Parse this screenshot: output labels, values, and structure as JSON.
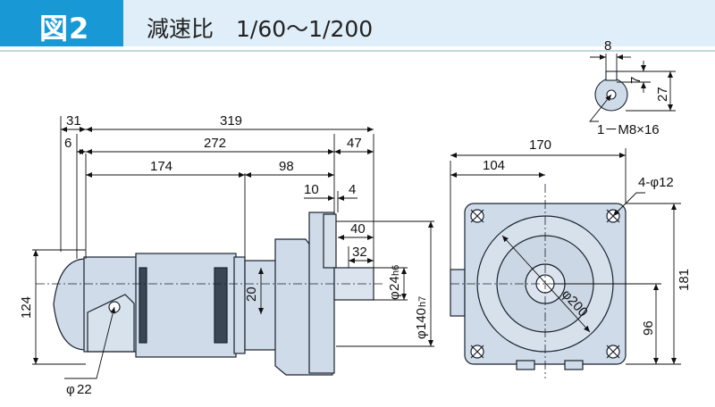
{
  "figure": {
    "label": "図2",
    "subtitle": "減速比　1/60～1/200"
  },
  "colors": {
    "accent": "#1899d6",
    "header_band": "#dfeef8",
    "body_fill": "#cfdbe8",
    "body_stroke": "#1a2330",
    "dark_part": "#3a4654"
  },
  "side_view": {
    "dims_top": [
      "31",
      "319",
      "6",
      "272",
      "47",
      "174",
      "98",
      "10",
      "4",
      "40",
      "32"
    ],
    "shaft_dia": "24",
    "shaft_tol": "h6",
    "flange_dia": "140",
    "flange_tol": "h7",
    "height": "124",
    "center_offset": "20",
    "cable_dia": "22",
    "dia_symbol": "φ"
  },
  "front_view": {
    "width": "170",
    "offset": "104",
    "holes": "4-φ12",
    "height": "181",
    "center_height": "96",
    "pcd": "φ200"
  },
  "shaft_detail": {
    "key_width": "8",
    "key_depth": "7",
    "shaft_height": "27",
    "tap": "1－M8×16"
  }
}
